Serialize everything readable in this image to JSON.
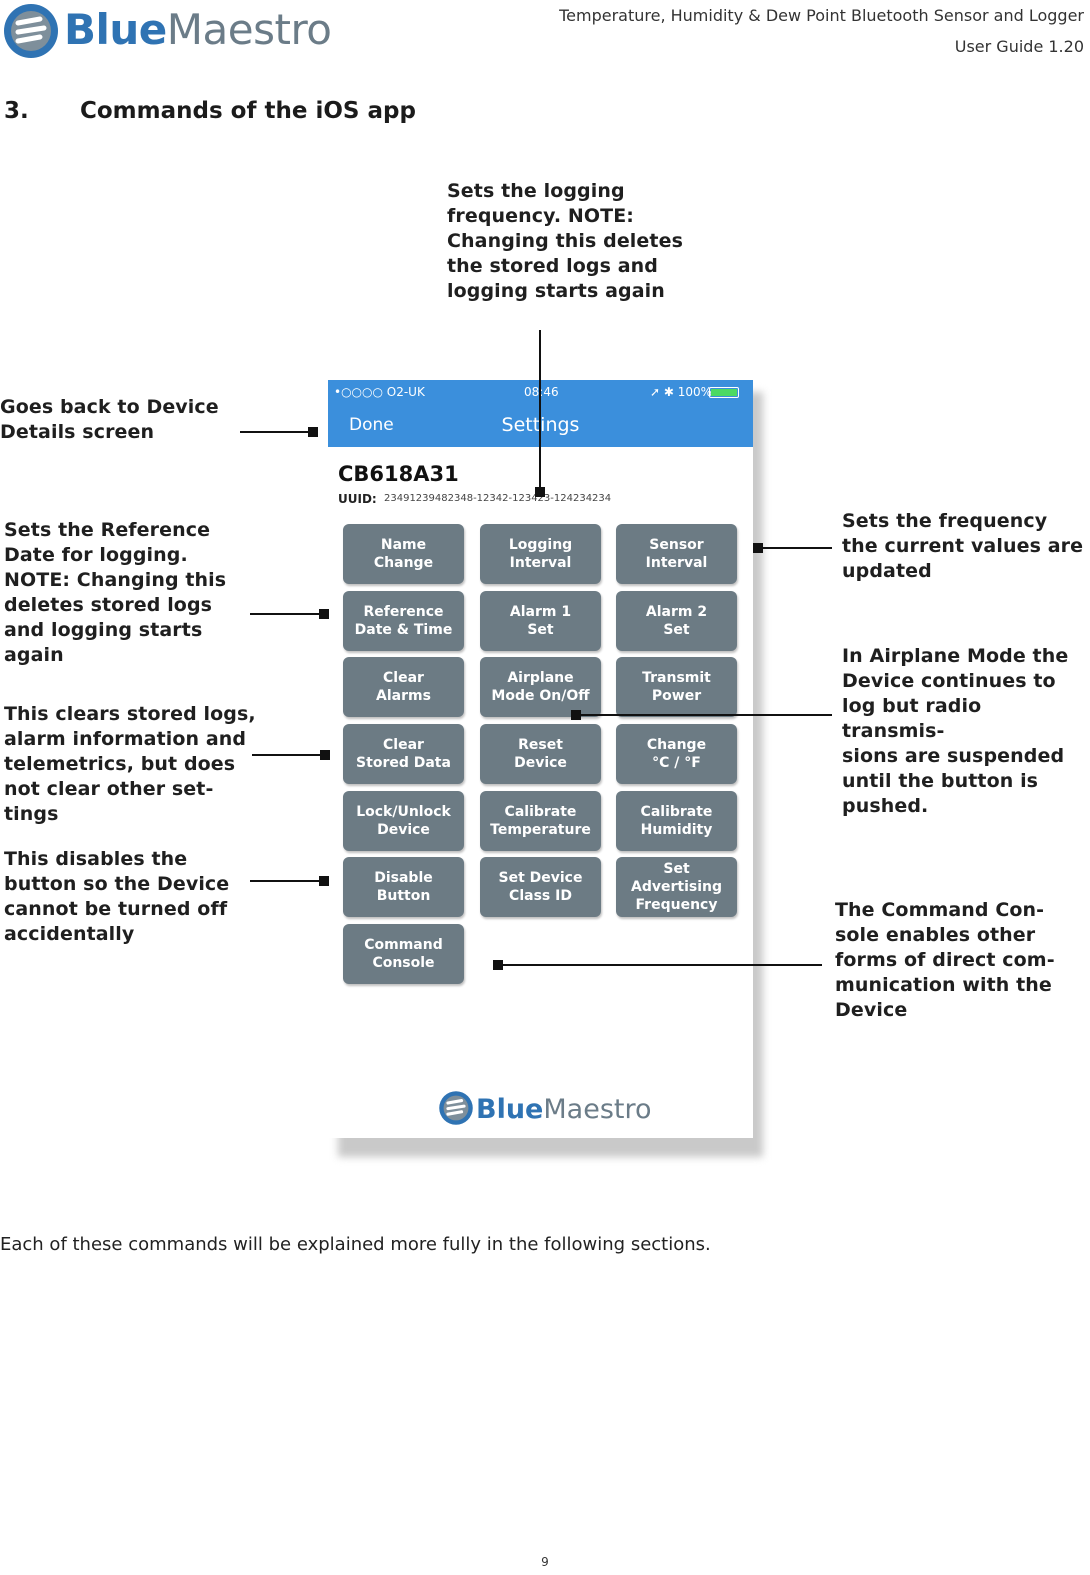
{
  "header": {
    "logo_bold": "Blue",
    "logo_light": "Maestro",
    "doc_title": "Temperature, Humidity & Dew Point Bluetooth Sensor and Logger",
    "doc_version": "User Guide 1.20"
  },
  "section": {
    "number": "3.",
    "title": "Commands of the iOS app"
  },
  "phone": {
    "status_carrier": "•○○○○ O2-UK",
    "status_time": "08:46",
    "status_battery": "100%",
    "nav_done": "Done",
    "nav_title": "Settings",
    "device_id": "CB618A31",
    "uuid_label": "UUID:",
    "uuid_value": "23491239482348-12342-123423-124234234",
    "buttons": [
      "Name\nChange",
      "Logging\nInterval",
      "Sensor\nInterval",
      "Reference\nDate & Time",
      "Alarm 1\nSet",
      "Alarm 2\nSet",
      "Clear\nAlarms",
      "Airplane\nMode On/Off",
      "Transmit\nPower",
      "Clear\nStored Data",
      "Reset\nDevice",
      "Change\n°C / °F",
      "Lock/Unlock\nDevice",
      "Calibrate\nTemperature",
      "Calibrate\nHumidity",
      "Disable\nButton",
      "Set Device\nClass ID",
      "Set Advertising\nFrequency",
      "Command\nConsole"
    ],
    "footer_logo_bold": "Blue",
    "footer_logo_light": "Maestro"
  },
  "annotations": {
    "logging": "Sets the logging\nfrequency.  NOTE:\nChanging this deletes\nthe stored logs and\nlogging starts again",
    "back": "Goes back to Device\nDetails screen",
    "reference": "Sets the Reference\nDate for logging.\nNOTE: Changing this\ndeletes stored logs\nand logging starts\nagain",
    "clear": "This clears stored logs,\nalarm information and\ntelemetrics, but does\nnot clear other set-\ntings",
    "disable": "This disables the\nbutton so the Device\ncannot be turned off\naccidentally",
    "sensor": "Sets the frequency\nthe  current values are\nupdated",
    "airplane": "In Airplane Mode the\nDevice continues to\nlog but radio transmis-\nsions are suspended\nuntil the button is\npushed.",
    "console": "The Command Con-\nsole enables other\nforms of direct com-\nmunication with the\nDevice"
  },
  "body_text": "Each of these commands will be explained more fully in the following sections.",
  "page_number": "9",
  "colors": {
    "brand_blue": "#2f73b3",
    "nav_blue": "#3b8fdc",
    "button_gray": "#6c7b84"
  }
}
